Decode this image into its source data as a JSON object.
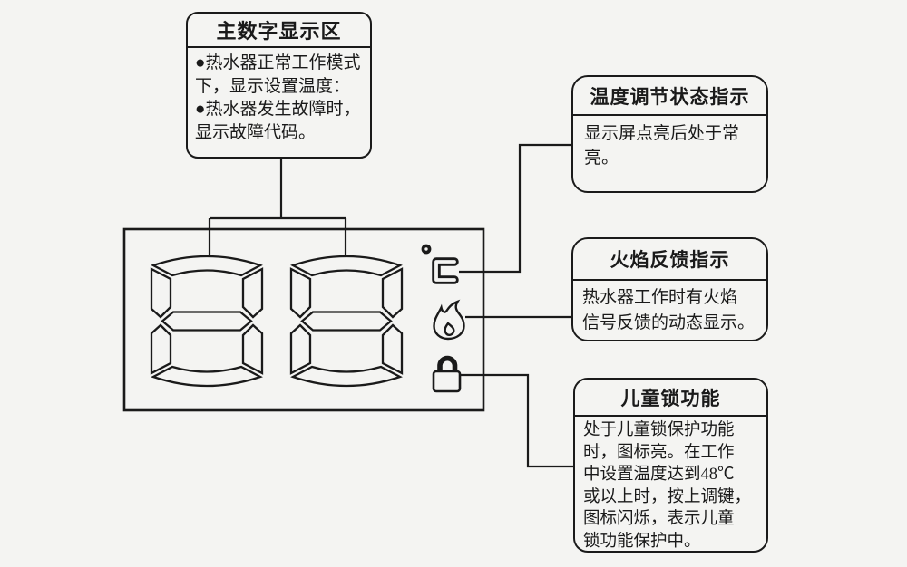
{
  "colors": {
    "background": "#f4f4f2",
    "line": "#1a1a1a",
    "text": "#1a1a1a"
  },
  "main_display_box": {
    "title": "主数字显示区",
    "lines": [
      "●热水器正常工作模式",
      "下，显示设置温度：",
      "●热水器发生故障时，",
      "显示故障代码。"
    ]
  },
  "temp_status_box": {
    "title": "温度调节状态指示",
    "lines": [
      "显示屏点亮后处于常",
      "亮。"
    ]
  },
  "flame_box": {
    "title": "火焰反馈指示",
    "lines": [
      "热水器工作时有火焰",
      "信号反馈的动态显示。"
    ]
  },
  "child_lock_box": {
    "title": "儿童锁功能",
    "lines": [
      "处于儿童锁保护功能",
      "时，图标亮。在工作",
      "中设置温度达到48℃",
      "或以上时，按上调键，",
      "图标闪烁，表示儿童",
      "锁功能保护中。"
    ]
  },
  "display_panel": {
    "digits_shown": "88",
    "unit": "℃",
    "icons": [
      "celsius-icon",
      "flame-icon",
      "lock-icon"
    ]
  }
}
